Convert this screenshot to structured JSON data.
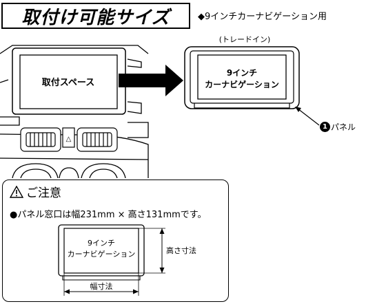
{
  "header": {
    "title": "取付け可能サイズ",
    "subtitle": "◆9インチカーナビゲーション用"
  },
  "diagram": {
    "install_space_label": "取付スペース",
    "tray_in_label": "(トレードイン)",
    "device_line1": "9インチ",
    "device_line2": "カーナビゲーション",
    "panel_number": "1",
    "panel_label": "パネル",
    "hazard_symbol": "△"
  },
  "caution": {
    "heading": "ご注意",
    "body": "●パネル窓口は幅231mm × 高さ131mmです。",
    "height_label": "高さ寸法",
    "width_label": "幅寸法",
    "device_line1": "9インチ",
    "device_line2": "カーナビゲーション"
  },
  "colors": {
    "line": "#000000",
    "background": "#ffffff"
  }
}
